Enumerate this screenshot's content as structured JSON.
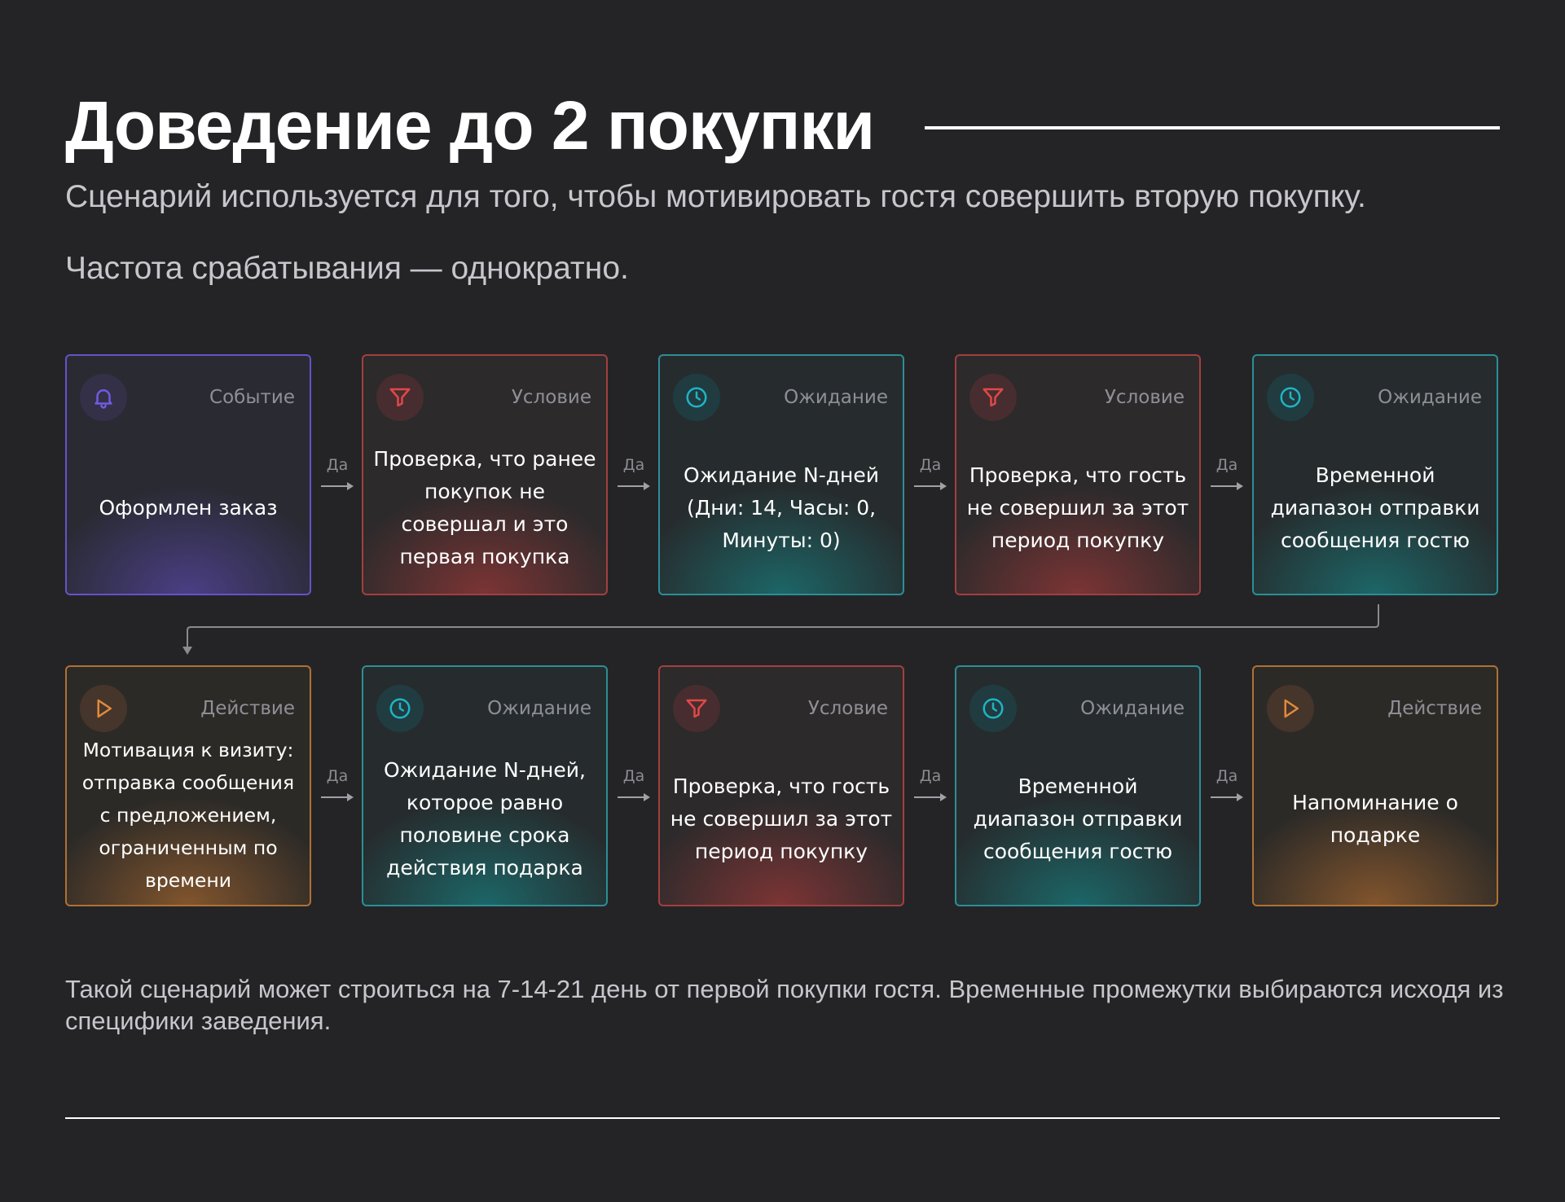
{
  "header": {
    "title": "Доведение до 2 покупки",
    "subtitle": "Сценарий используется для того, чтобы мотивировать гостя совершить вторую покупку.",
    "frequency": "Частота срабатывания — однократно."
  },
  "colors": {
    "event": "#6652c9",
    "condition": "#d24a4a",
    "wait": "#1fb4c4",
    "action": "#e08a3a",
    "background": "#242427"
  },
  "connector_label": "Да",
  "steps": [
    {
      "type": "Событие",
      "icon": "bell-icon",
      "text": "Оформлен заказ"
    },
    {
      "type": "Условие",
      "icon": "filter-icon",
      "text": "Проверка, что ранее покупок не совершал и это первая покупка"
    },
    {
      "type": "Ожидание",
      "icon": "clock-icon",
      "text": "Ожидание N-дней (Дни: 14, Часы: 0, Минуты: 0)"
    },
    {
      "type": "Условие",
      "icon": "filter-icon",
      "text": "Проверка, что гость не совершил за этот период покупку"
    },
    {
      "type": "Ожидание",
      "icon": "clock-icon",
      "text": "Временной диапазон отправки сообщения гостю"
    },
    {
      "type": "Действие",
      "icon": "play-icon",
      "text": "Мотивация к визиту: отправка сообщения с предложением, ограниченным по времени"
    },
    {
      "type": "Ожидание",
      "icon": "clock-icon",
      "text": "Ожидание N-дней, которое равно половине срока действия подарка"
    },
    {
      "type": "Условие",
      "icon": "filter-icon",
      "text": "Проверка, что гость не совершил за этот период покупку"
    },
    {
      "type": "Ожидание",
      "icon": "clock-icon",
      "text": "Временной диапазон отправки сообщения гостю"
    },
    {
      "type": "Действие",
      "icon": "play-icon",
      "text": "Напоминание о подарке"
    }
  ],
  "footer": {
    "note": "Такой сценарий может строиться на 7-14-21 день от первой покупки гостя. Временные промежутки выбираются исходя из специфики заведения."
  }
}
